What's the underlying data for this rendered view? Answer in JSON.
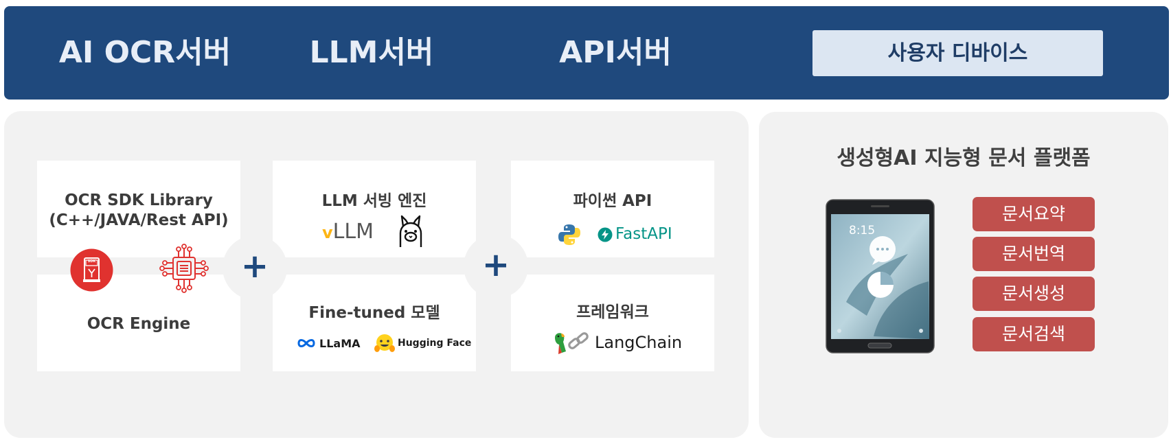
{
  "header": {
    "ocr_server": "AI OCR서버",
    "llm_server": "LLM서버",
    "api_server": "API서버",
    "user_device": "사용자 디바이스"
  },
  "ocr": {
    "sdk_line1": "OCR SDK Library",
    "sdk_line2": "(C++/JAVA/Rest API)",
    "sdk_badge": "SDK",
    "engine": "OCR Engine"
  },
  "llm": {
    "serving_engine": "LLM 서빙 엔진",
    "vllm_logo": "LLM",
    "vllm_prefix": "v",
    "finetuned": "Fine-tuned 모델",
    "llama_logo": "LLaMA",
    "hf_logo": "Hugging Face"
  },
  "api": {
    "python_api": "파이썬 API",
    "fastapi_logo": "FastAPI",
    "framework": "프레임워크",
    "langchain_logo": "LangChain"
  },
  "operators": {
    "plus": "+"
  },
  "platform": {
    "title": "생성형AI 지능형 문서 플랫폼",
    "tablet_time": "8:15",
    "functions": [
      "문서요약",
      "문서번역",
      "문서생성",
      "문서검색"
    ]
  },
  "colors": {
    "header_bg": "#1f497d",
    "device_box_bg": "#dce6f2",
    "panel_bg": "#f2f2f2",
    "function_button_bg": "#c0504d",
    "icon_red": "#e0322f",
    "fastapi_teal": "#059487"
  }
}
